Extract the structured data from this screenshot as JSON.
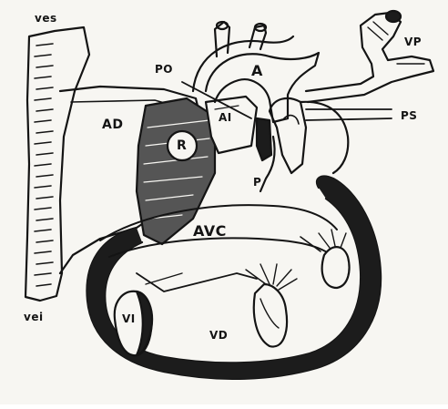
{
  "diagram": {
    "labels": {
      "ves": "ves",
      "vp": "VP",
      "po": "PO",
      "a": "A",
      "ad": "AD",
      "ai": "AI",
      "r": "R",
      "ps": "PS",
      "p": "P",
      "avc": "AVC",
      "vei": "vei",
      "vi": "VI",
      "vd": "VD"
    },
    "colors": {
      "ink": "#141414",
      "paper": "#f7f6f2",
      "dark_fill": "#1c1c1c",
      "mid_fill": "#555555"
    }
  }
}
